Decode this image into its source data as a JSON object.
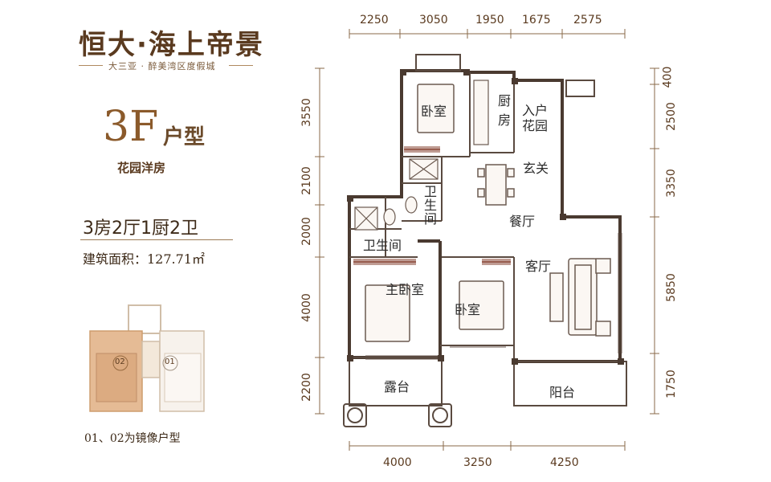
{
  "brand": {
    "name": "恒大·海上帝景",
    "tagline": "大三亚 · 醉美湾区度假城"
  },
  "unit": {
    "code": "3F",
    "suffix": "户型",
    "category": "花园洋房",
    "rooms": "3房2厅1厨2卫",
    "area_label": "建筑面积：127.71㎡"
  },
  "note": "01、02为镜像户型",
  "keyplan": {
    "labels": [
      "02",
      "01"
    ]
  },
  "dims": {
    "top": [
      "2250",
      "3050",
      "1950",
      "1675",
      "2575"
    ],
    "bottom": [
      "4000",
      "3250",
      "4250"
    ],
    "left": [
      "3550",
      "2100",
      "2000",
      "4000",
      "2200"
    ],
    "right": [
      "400",
      "2500",
      "3350",
      "5850",
      "1750"
    ]
  },
  "rooms": {
    "bedroom_top": "卧室",
    "kitchen": [
      "厨",
      "房"
    ],
    "entry_garden": [
      "入户",
      "花园"
    ],
    "foyer": "玄关",
    "bath_mid": [
      "卫",
      "生",
      "间"
    ],
    "dining": "餐厅",
    "bath_left": "卫生间",
    "living": "客厅",
    "master": "主卧室",
    "bedroom_mid": "卧室",
    "terrace": "露台",
    "balcony": "阳台"
  },
  "colors": {
    "wall": "#4a3a30",
    "accent": "#8b4a3a",
    "dim_line": "#8a6a4a",
    "keyplan": "#d9a77a"
  }
}
